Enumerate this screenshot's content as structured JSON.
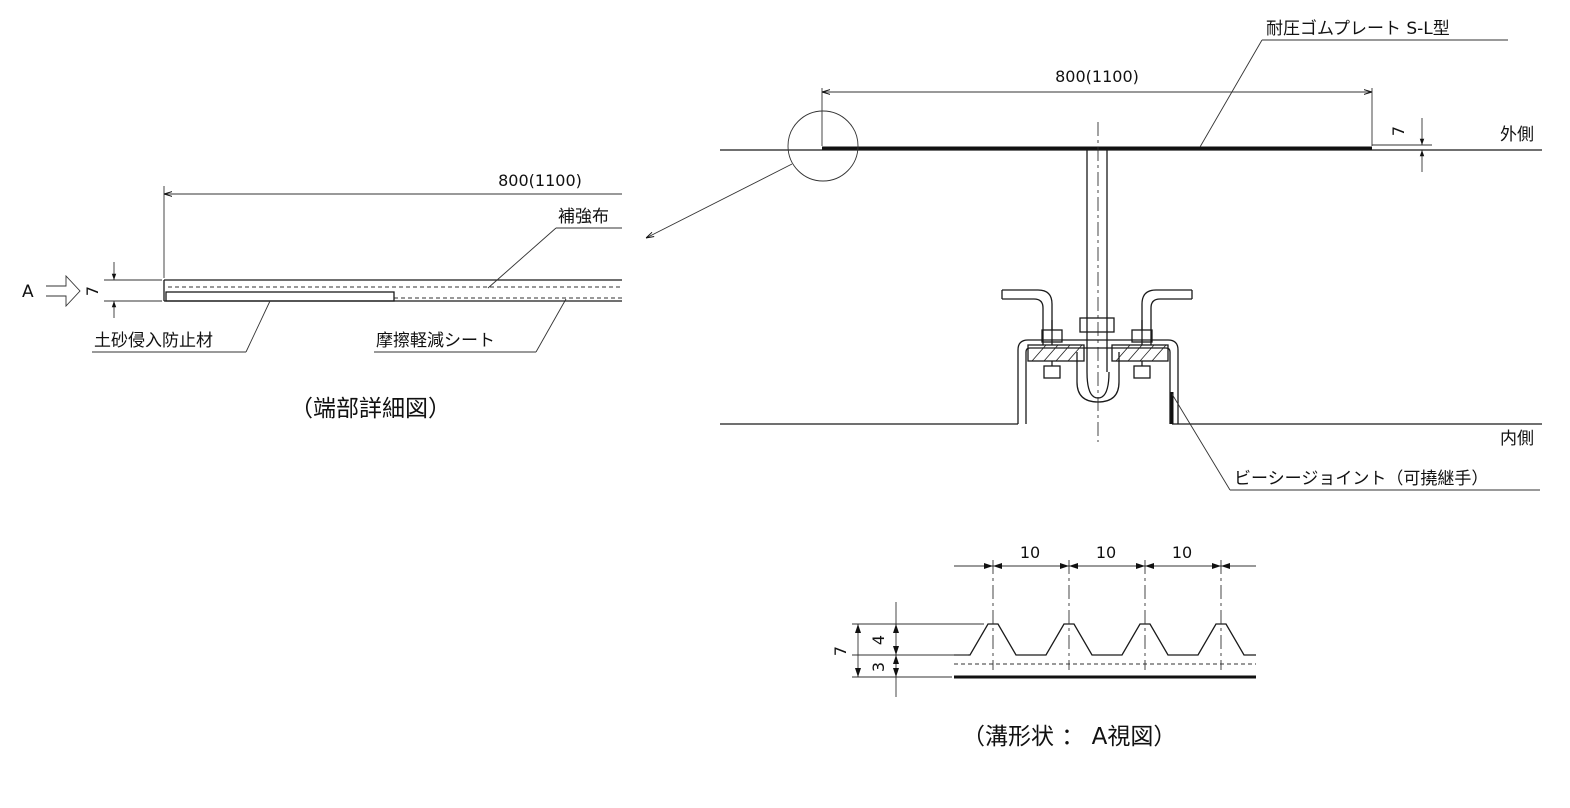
{
  "labels": {
    "plate": "耐圧ゴムプレート S-L型",
    "outside": "外側",
    "inside": "内側",
    "joint": "ビーシージョイント（可撓継手）",
    "reinforcing_cloth": "補強布",
    "sediment_stop": "土砂侵入防止材",
    "friction_sheet": "摩擦軽減シート",
    "view_a": "A"
  },
  "captions": {
    "end_detail": "（端部詳細図）",
    "groove": "（溝形状 ： A視図）"
  },
  "dimensions": {
    "main_width": "800(1100)",
    "detail_width": "800(1100)",
    "plate_thickness": "7",
    "detail_thickness": "7",
    "groove_pitch": [
      "10",
      "10",
      "10"
    ],
    "groove_total": "7",
    "groove_depth": "4",
    "groove_base": "3"
  }
}
